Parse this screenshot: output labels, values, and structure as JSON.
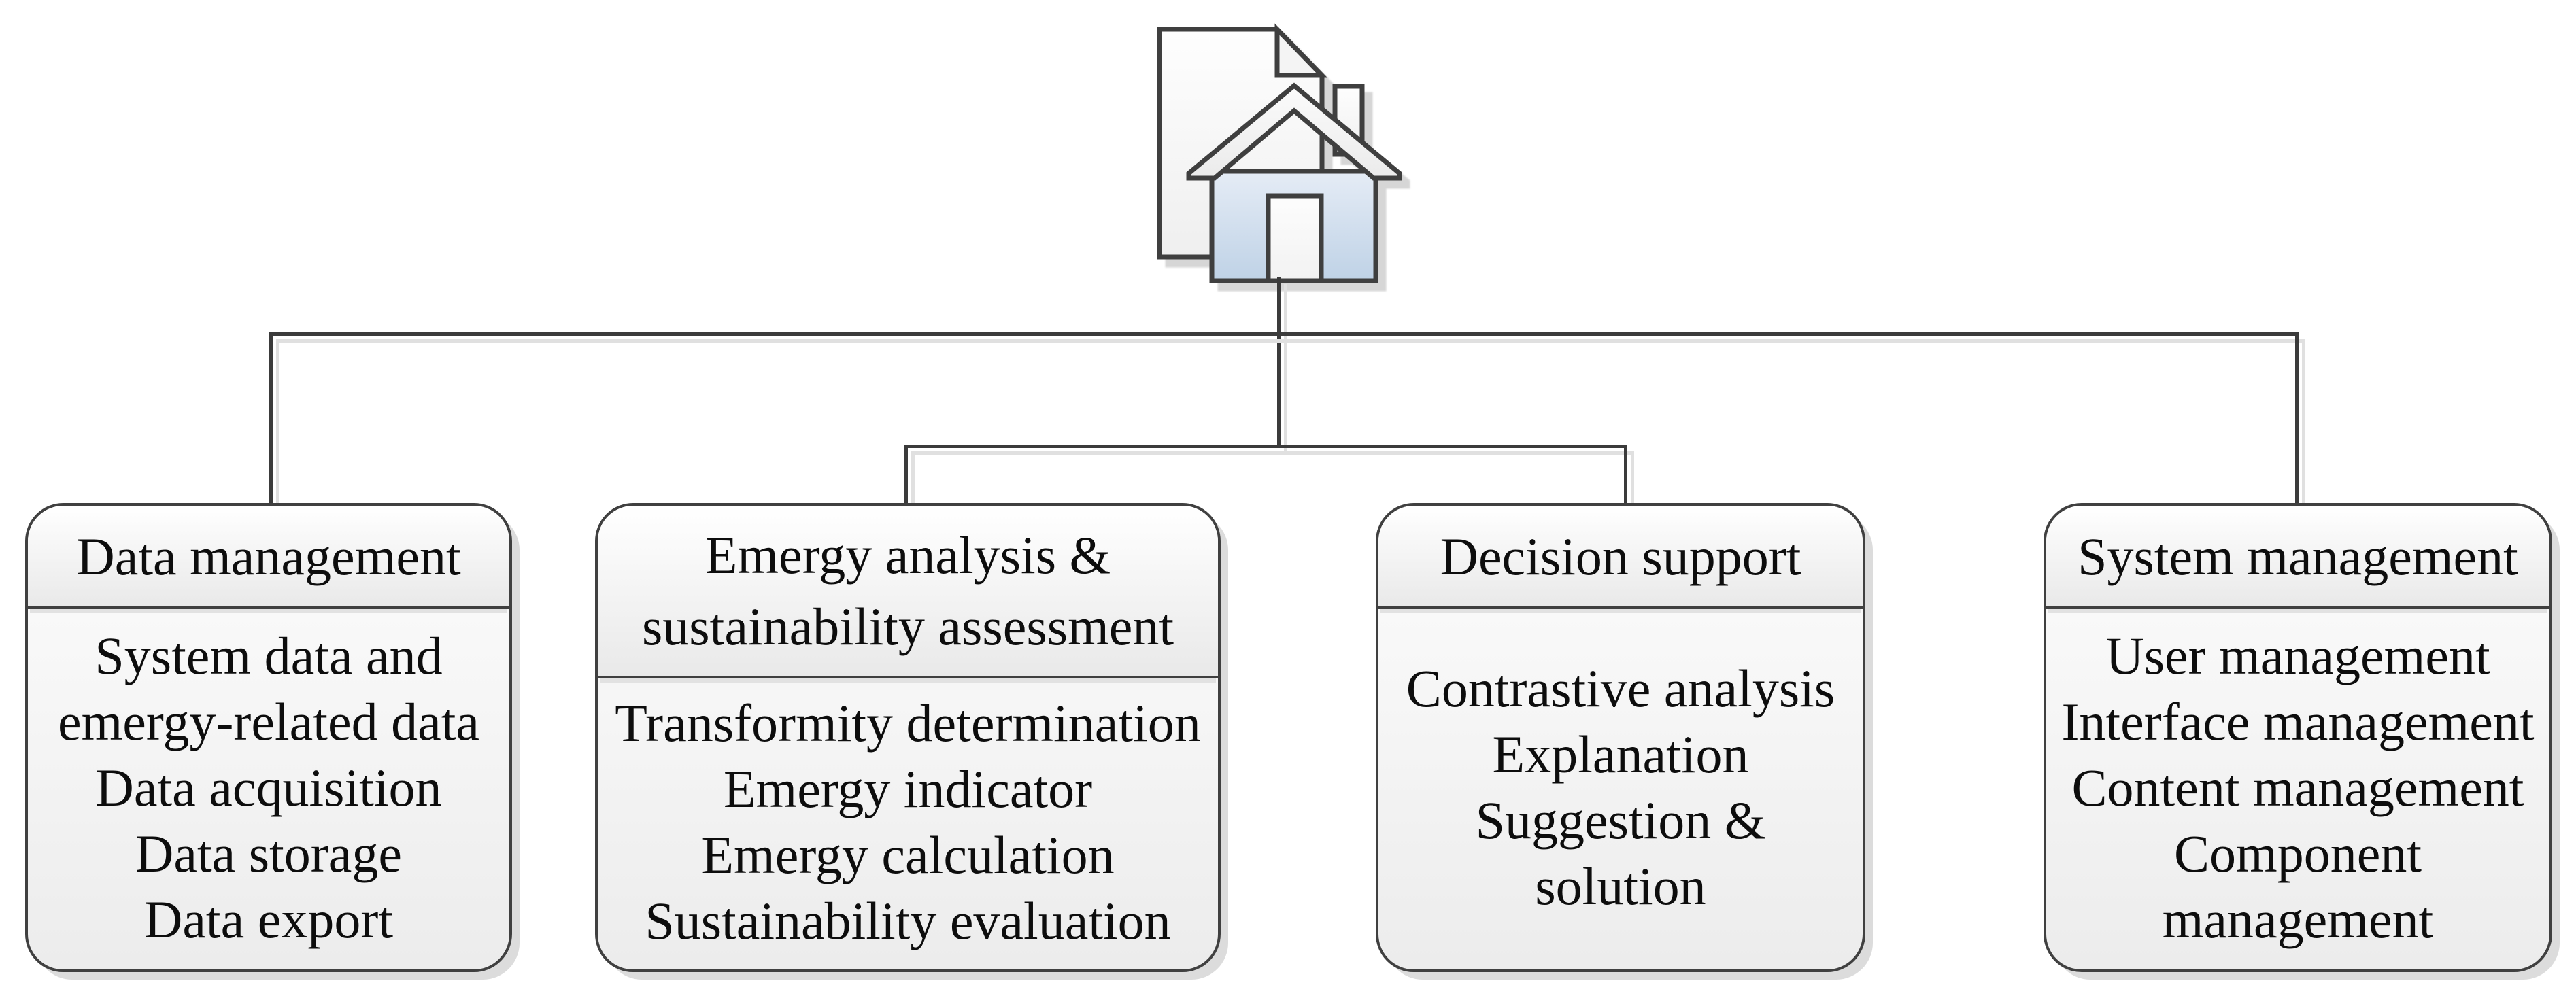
{
  "diagram": {
    "icon": {
      "name": "home-with-document",
      "house_fill_top": "#e5ecf6",
      "house_fill_bottom": "#bfd2e6",
      "outline_color": "#3f3f3f"
    },
    "connector_color": "#3b3b3b",
    "box_border_color": "#404040",
    "header_gradient_top": "#ffffff",
    "header_gradient_bottom": "#e9e9e9",
    "body_gradient_top": "#fdfdfd",
    "body_gradient_bottom": "#ececec",
    "text_color": "#0d0d0d",
    "boxes": [
      {
        "title": "Data management",
        "lines": [
          "System data and",
          "emergy-related data",
          "Data acquisition",
          "Data storage",
          "Data export"
        ]
      },
      {
        "title": "Emergy analysis & sustainability assessment",
        "lines": [
          "Transformity determination",
          "Emergy indicator",
          "Emergy calculation",
          "Sustainability evaluation"
        ]
      },
      {
        "title": "Decision support",
        "lines": [
          "Contrastive analysis",
          "Explanation",
          "Suggestion &",
          "solution"
        ]
      },
      {
        "title": "System management",
        "lines": [
          "User management",
          "Interface management",
          "Content management",
          "Component",
          "management"
        ]
      }
    ]
  }
}
